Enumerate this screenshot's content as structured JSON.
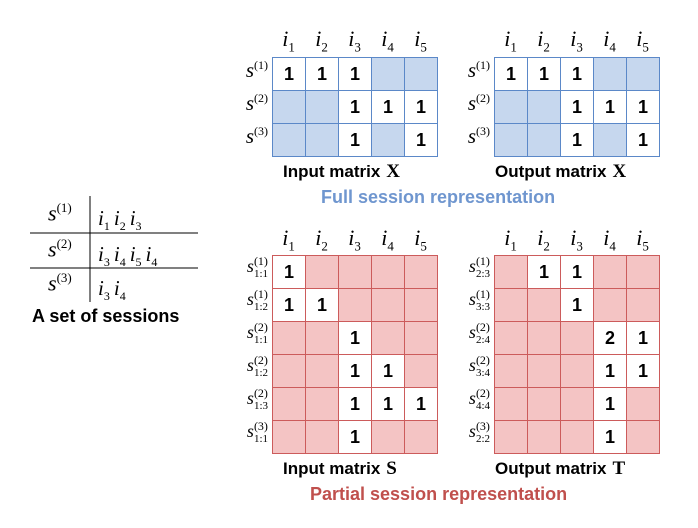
{
  "colors": {
    "full_accent": "#6f96cf",
    "partial_accent": "#c0504d"
  },
  "items": [
    "1",
    "2",
    "3",
    "4",
    "5"
  ],
  "sessions_table": {
    "rows": [
      {
        "sup": "(1)",
        "items": [
          "1",
          "2",
          "3"
        ]
      },
      {
        "sup": "(2)",
        "items": [
          "3",
          "4",
          "5",
          "4"
        ]
      },
      {
        "sup": "(3)",
        "items": [
          "3",
          "4"
        ]
      }
    ],
    "caption": "A set of sessions"
  },
  "full": {
    "title": "Full session representation",
    "row_sups": [
      "(1)",
      "(2)",
      "(3)"
    ],
    "input": {
      "caption": "Input matrix",
      "symbol": "X",
      "cells": [
        [
          "1",
          "1",
          "1",
          "",
          ""
        ],
        [
          "",
          "",
          "1",
          "1",
          "1"
        ],
        [
          "",
          "",
          "1",
          "",
          "1"
        ]
      ]
    },
    "output": {
      "caption": "Output matrix",
      "symbol": "X",
      "cells": [
        [
          "1",
          "1",
          "1",
          "",
          ""
        ],
        [
          "",
          "",
          "1",
          "1",
          "1"
        ],
        [
          "",
          "",
          "1",
          "",
          "1"
        ]
      ]
    }
  },
  "partial": {
    "title": "Partial session representation",
    "input": {
      "caption": "Input matrix",
      "symbol": "S",
      "rows": [
        {
          "sup": "(1)",
          "sub": "1:1"
        },
        {
          "sup": "(1)",
          "sub": "1:2"
        },
        {
          "sup": "(2)",
          "sub": "1:1"
        },
        {
          "sup": "(2)",
          "sub": "1:2"
        },
        {
          "sup": "(2)",
          "sub": "1:3"
        },
        {
          "sup": "(3)",
          "sub": "1:1"
        }
      ],
      "cells": [
        [
          "1",
          "",
          "",
          "",
          ""
        ],
        [
          "1",
          "1",
          "",
          "",
          ""
        ],
        [
          "",
          "",
          "1",
          "",
          ""
        ],
        [
          "",
          "",
          "1",
          "1",
          ""
        ],
        [
          "",
          "",
          "1",
          "1",
          "1"
        ],
        [
          "",
          "",
          "1",
          "",
          ""
        ]
      ]
    },
    "output": {
      "caption": "Output matrix",
      "symbol": "T",
      "rows": [
        {
          "sup": "(1)",
          "sub": "2:3"
        },
        {
          "sup": "(1)",
          "sub": "3:3"
        },
        {
          "sup": "(2)",
          "sub": "2:4"
        },
        {
          "sup": "(2)",
          "sub": "3:4"
        },
        {
          "sup": "(2)",
          "sub": "4:4"
        },
        {
          "sup": "(3)",
          "sub": "2:2"
        }
      ],
      "cells": [
        [
          "",
          "1",
          "1",
          "",
          ""
        ],
        [
          "",
          "",
          "1",
          "",
          ""
        ],
        [
          "",
          "",
          "",
          "2",
          "1"
        ],
        [
          "",
          "",
          "",
          "1",
          "1"
        ],
        [
          "",
          "",
          "",
          "1",
          ""
        ],
        [
          "",
          "",
          "",
          "1",
          ""
        ]
      ]
    }
  }
}
